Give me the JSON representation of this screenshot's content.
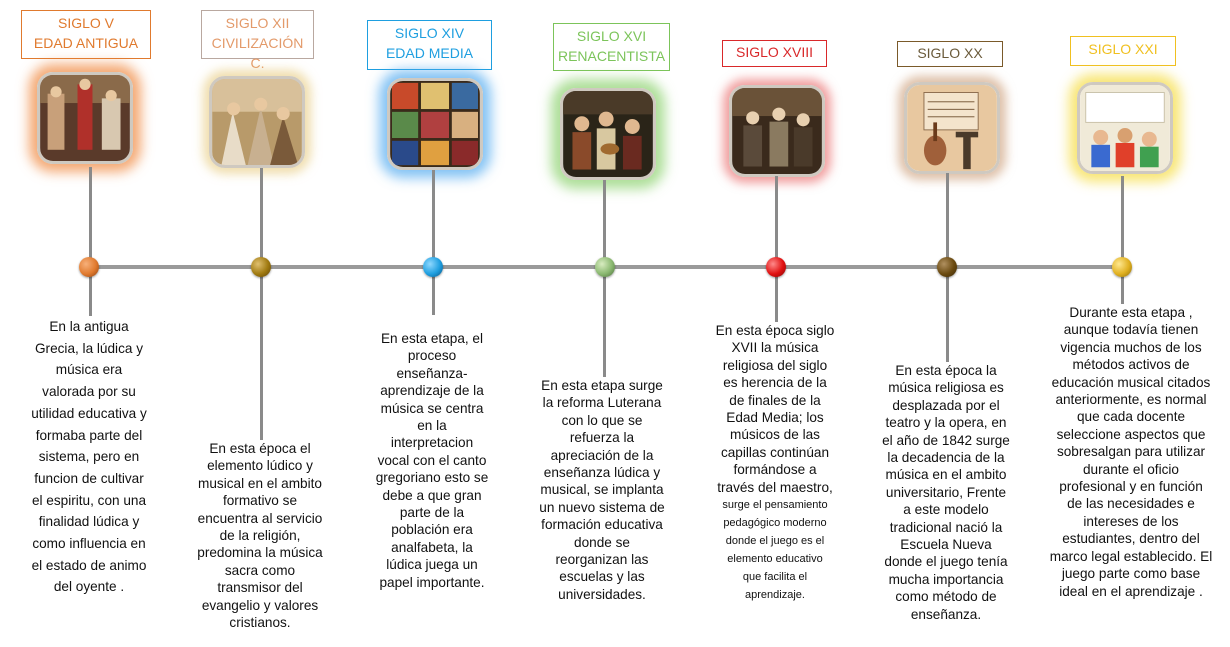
{
  "periods": [
    {
      "line1": "SIGLO V",
      "line2": "EDAD ANTIGUA",
      "color": "#e07a2e",
      "lines": [
        "En la antigua",
        "Grecia, la lúdica y",
        "música era",
        "valorada por su",
        "utilidad educativa y",
        "formaba parte del",
        "sistema, pero en",
        "funcion de cultivar",
        "el espiritu, con una",
        "finalidad lúdica y",
        "como influencia en",
        "el estado de animo",
        "del oyente ."
      ]
    },
    {
      "line1": "SIGLO XII",
      "line2": "CIVILIZACIÓN C.",
      "color": "#e39a6a",
      "lines": [
        "En esta época el",
        "elemento lúdico y",
        "musical en el ambito",
        "formativo se",
        "encuentra al servicio",
        "de la religión,",
        "predomina la música",
        "sacra como",
        "transmisor del",
        "evangelio y valores",
        "cristianos."
      ]
    },
    {
      "line1": "SIGLO XIV",
      "line2": "EDAD MEDIA",
      "color": "#1e9fe0",
      "lines": [
        "En esta etapa, el",
        "proceso",
        "enseñanza-",
        "aprendizaje de la",
        "música se centra",
        "en la",
        "interpretacion",
        "vocal con el canto",
        "gregoriano esto se",
        "debe a que gran",
        "parte de la",
        "población era",
        "analfabeta, la",
        "lúdica juega un",
        "papel importante."
      ]
    },
    {
      "line1": "SIGLO XVI",
      "line2": "RENACENTISTA",
      "color": "#7cc45a",
      "lines": [
        "En esta etapa surge",
        "la reforma Luterana",
        "con lo que se",
        "refuerza la",
        "apreciación de la",
        "enseñanza lúdica y",
        "musical, se implanta",
        "un nuevo sistema de",
        "formación educativa",
        "donde se",
        "reorganizan las",
        "escuelas y las",
        "universidades."
      ]
    },
    {
      "line1": "SIGLO XVIII",
      "line2": "",
      "color": "#d9282a",
      "lines": [
        "En esta época siglo",
        "XVII la música",
        "religiosa del siglo",
        "es herencia de la",
        "de finales de la",
        "Edad Media; los",
        "músicos de las",
        "capillas continúan",
        "formándose a",
        "través del maestro,"
      ],
      "small_lines": [
        "surge el pensamiento",
        "pedagógico moderno",
        "donde el juego es el",
        "elemento educativo",
        "que facilita el",
        "aprendizaje."
      ]
    },
    {
      "line1": "SIGLO XX",
      "line2": "",
      "color": "#7a5a2a",
      "lines": [
        "En esta época la",
        "música religiosa es",
        "desplazada por el",
        "teatro y la opera, en",
        "el año de 1842 surge",
        "la decadencia de la",
        "música en el ambito",
        "universitario, Frente",
        "a este modelo",
        "tradicional nació la",
        "Escuela Nueva",
        "donde el juego tenía",
        "mucha importancia",
        "como método de",
        "enseñanza."
      ]
    },
    {
      "line1": "SIGLO XXI",
      "line2": "",
      "color": "#f0c020",
      "lines": [
        "Durante esta etapa ,",
        "aunque todavía tienen",
        "vigencia muchos de los",
        "métodos activos de",
        "educación musical citados",
        "anteriormente, es normal",
        "que cada docente",
        "seleccione aspectos que",
        "sobresalgan para utilizar",
        "durante el oficio",
        "profesional y en función",
        "de las necesidades e",
        "intereses de los",
        "estudiantes, dentro del",
        "marco legal establecido. El",
        "juego parte como base",
        "ideal en el aprendizaje ."
      ]
    }
  ]
}
